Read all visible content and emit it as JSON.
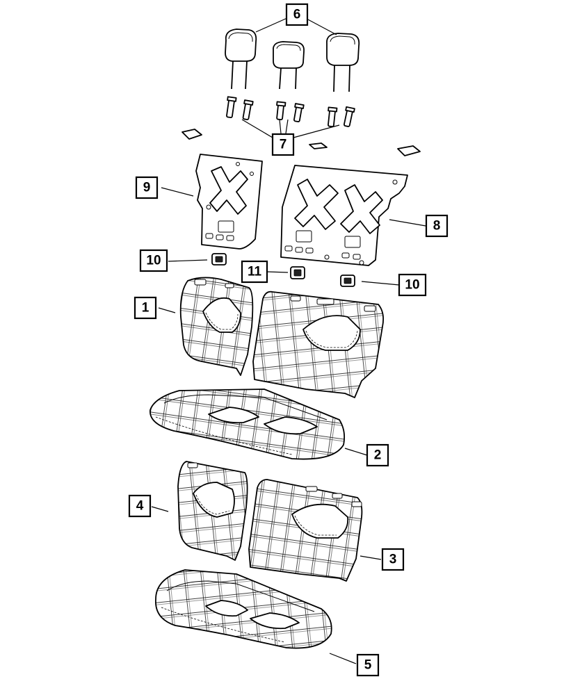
{
  "callouts": [
    {
      "id": "c1",
      "label": "1"
    },
    {
      "id": "c2",
      "label": "2"
    },
    {
      "id": "c3",
      "label": "3"
    },
    {
      "id": "c4",
      "label": "4"
    },
    {
      "id": "c5",
      "label": "5"
    },
    {
      "id": "c6",
      "label": "6"
    },
    {
      "id": "c7",
      "label": "7"
    },
    {
      "id": "c8",
      "label": "8"
    },
    {
      "id": "c9",
      "label": "9"
    },
    {
      "id": "c10a",
      "label": "10"
    },
    {
      "id": "c10b",
      "label": "10"
    },
    {
      "id": "c11",
      "label": "11"
    }
  ],
  "colors": {
    "line": "#000000",
    "background": "#ffffff"
  }
}
